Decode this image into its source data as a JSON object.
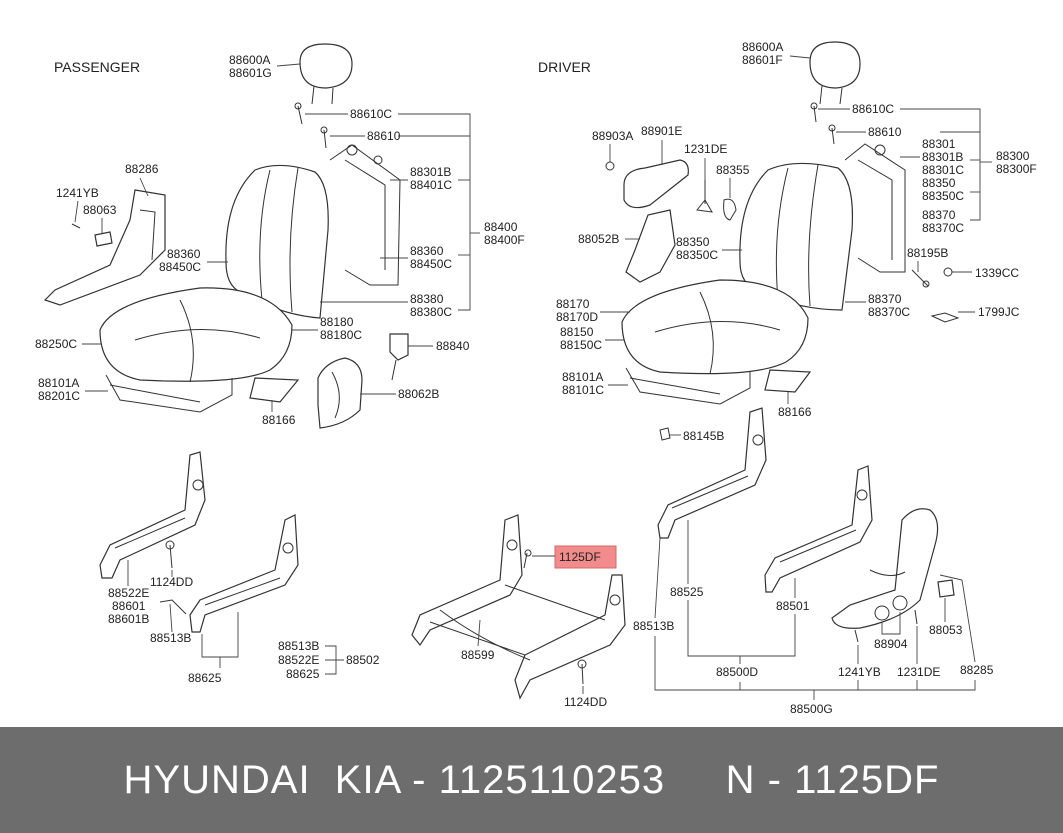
{
  "sections": {
    "passenger": "PASSENGER",
    "driver": "DRIVER"
  },
  "labels": {
    "p_88600a": "88600A",
    "p_88601g": "88601G",
    "p_88610c": "88610C",
    "p_88610": "88610",
    "p_88301b": "88301B",
    "p_88401c": "88401C",
    "p_88400": "88400",
    "p_88400f": "88400F",
    "p_88360a": "88360",
    "p_88450ca": "88450C",
    "p_88360b": "88360",
    "p_88450cb": "88450C",
    "p_88380": "88380",
    "p_88380c": "88380C",
    "p_88180": "88180",
    "p_88180c": "88180C",
    "p_88286": "88286",
    "p_1241yb": "1241YB",
    "p_88063": "88063",
    "p_88250c": "88250C",
    "p_88840": "88840",
    "p_88101a": "88101A",
    "p_88201c": "88201C",
    "p_88166": "88166",
    "p_88062b": "88062B",
    "p_1124dd": "1124DD",
    "p_88522e": "88522E",
    "p_88601": "88601",
    "p_88601b": "88601B",
    "p_88513b": "88513B",
    "p_88625": "88625",
    "g_88513b": "88513B",
    "g_88522e": "88522E",
    "g_88625": "88625",
    "g_88502": "88502",
    "c_1125df": "1125DF",
    "c_88599": "88599",
    "c_1124dd": "1124DD",
    "d_88600a": "88600A",
    "d_88601f": "88601F",
    "d_88610c": "88610C",
    "d_88610": "88610",
    "d_88903a": "88903A",
    "d_88901e": "88901E",
    "d_1231de": "1231DE",
    "d_88355": "88355",
    "d_88301": "88301",
    "d_88301b": "88301B",
    "d_88301c": "88301C",
    "d_88300": "88300",
    "d_88300f": "88300F",
    "d_88350a": "88350",
    "d_88350ca": "88350C",
    "d_88370a": "88370",
    "d_88370ca": "88370C",
    "d_88052b": "88052B",
    "d_88350b": "88350",
    "d_88350cb": "88350C",
    "d_88195b": "88195B",
    "d_1339cc": "1339CC",
    "d_88370b": "88370",
    "d_88370cb": "88370C",
    "d_1799jc": "1799JC",
    "d_88170": "88170",
    "d_88170d": "88170D",
    "d_88150": "88150",
    "d_88150c": "88150C",
    "d_88101a": "88101A",
    "d_88101c": "88101C",
    "d_88166": "88166",
    "d_88145b": "88145B",
    "d_88525": "88525",
    "d_88501": "88501",
    "d_88513b": "88513B",
    "d_88904": "88904",
    "d_88053": "88053",
    "d_88285": "88285",
    "d_1241yb": "1241YB",
    "d_1231de2": "1231DE",
    "d_88500d": "88500D",
    "d_88500g": "88500G"
  },
  "footer": {
    "text": "HYUNDAI  KIA - 1125110253     N - 1125DF"
  },
  "colors": {
    "highlight": "#f28b8b",
    "footer_bg": "#6d6d6d",
    "footer_text": "#ffffff"
  }
}
